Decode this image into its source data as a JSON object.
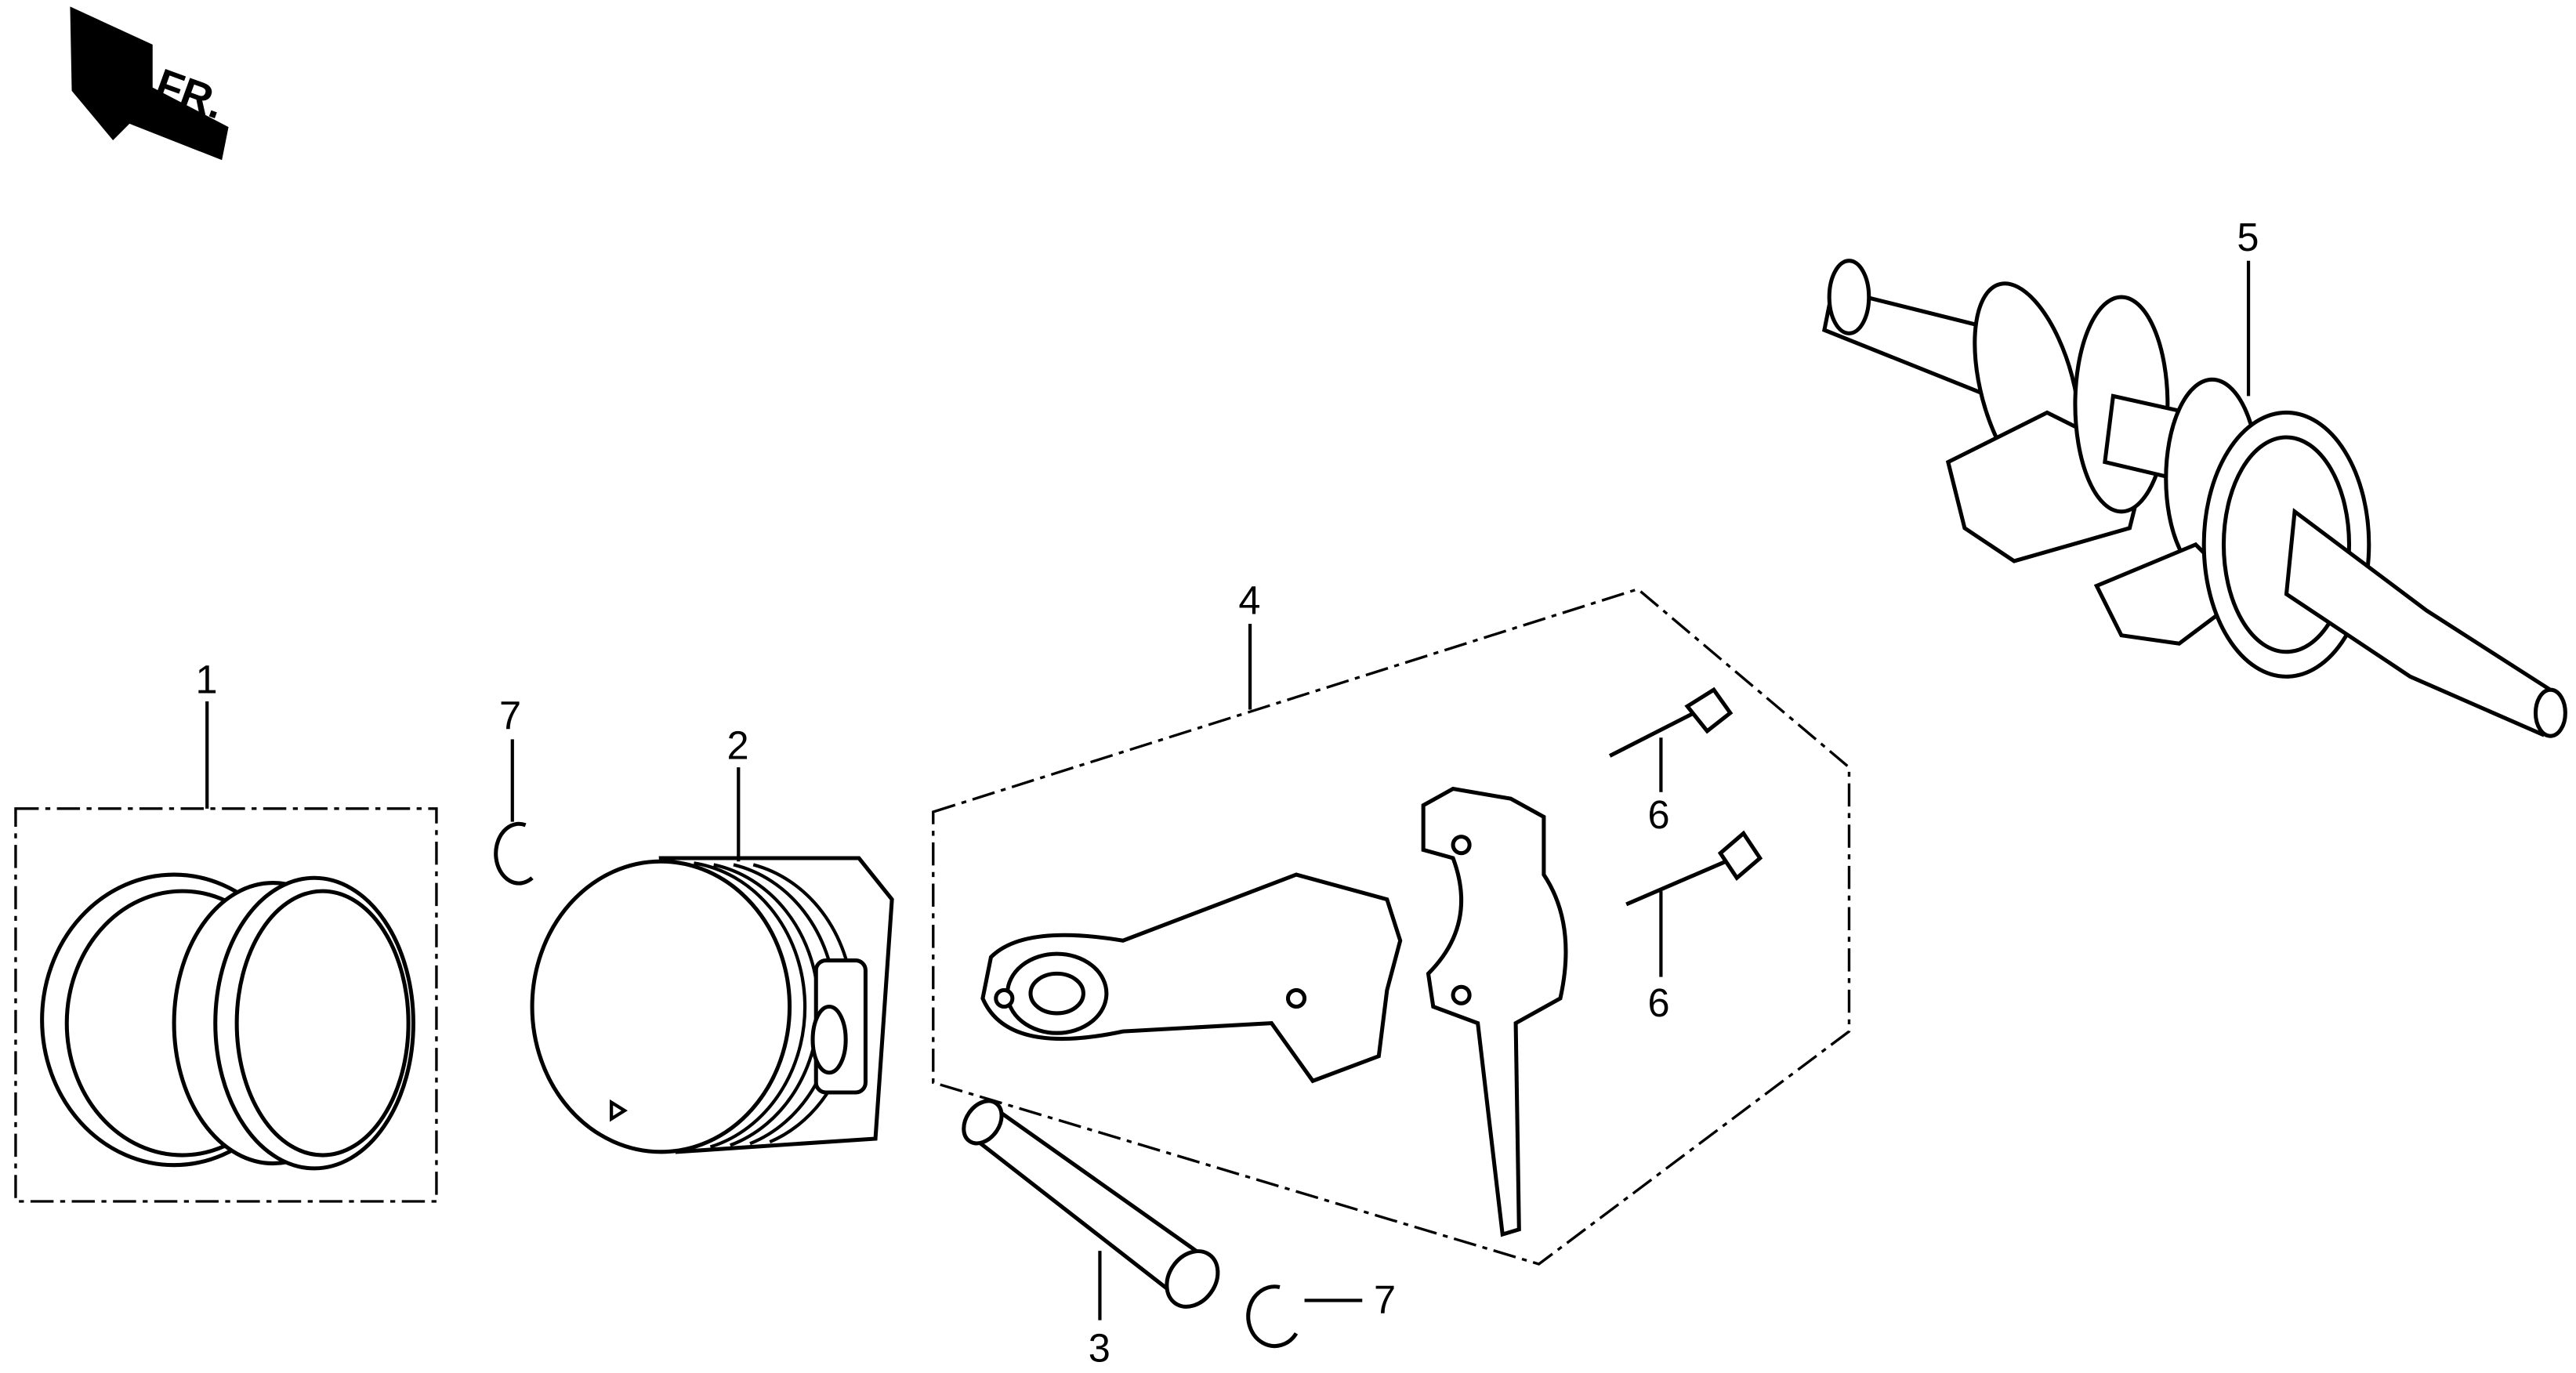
{
  "diagram": {
    "direction_label": "FR.",
    "callouts": [
      {
        "id": "callout-1",
        "number": "1",
        "part": "piston-ring-set"
      },
      {
        "id": "callout-2",
        "number": "2",
        "part": "piston"
      },
      {
        "id": "callout-3",
        "number": "3",
        "part": "piston-pin"
      },
      {
        "id": "callout-4",
        "number": "4",
        "part": "connecting-rod-assembly"
      },
      {
        "id": "callout-5",
        "number": "5",
        "part": "crankshaft"
      },
      {
        "id": "callout-6a",
        "number": "6",
        "part": "rod-bolt"
      },
      {
        "id": "callout-6b",
        "number": "6",
        "part": "rod-bolt"
      },
      {
        "id": "callout-7a",
        "number": "7",
        "part": "pin-clip"
      },
      {
        "id": "callout-7b",
        "number": "7",
        "part": "pin-clip"
      }
    ]
  }
}
